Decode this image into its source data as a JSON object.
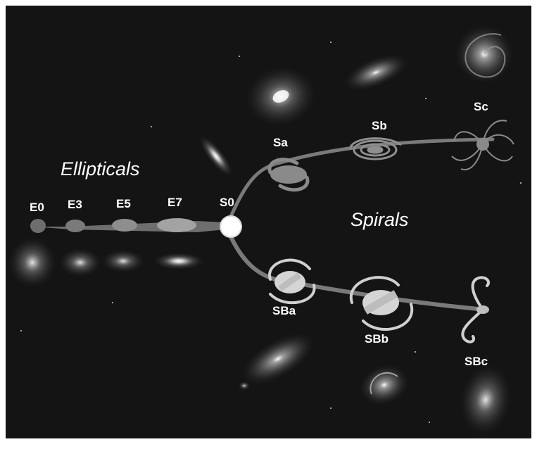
{
  "group_labels": {
    "ellipticals": "Ellipticals",
    "spirals": "Spirals"
  },
  "class_labels": {
    "e0": "E0",
    "e3": "E3",
    "e5": "E5",
    "e7": "E7",
    "s0": "S0",
    "sa": "Sa",
    "sb": "Sb",
    "sc": "Sc",
    "sba": "SBa",
    "sbb": "SBb",
    "sbc": "SBc"
  },
  "colors": {
    "background": "#141414",
    "frame": "#ffffff",
    "branch": "#7d7d7d",
    "symbol": "#a8a8a8",
    "node": "#ffffff",
    "label": "#ffffff"
  }
}
